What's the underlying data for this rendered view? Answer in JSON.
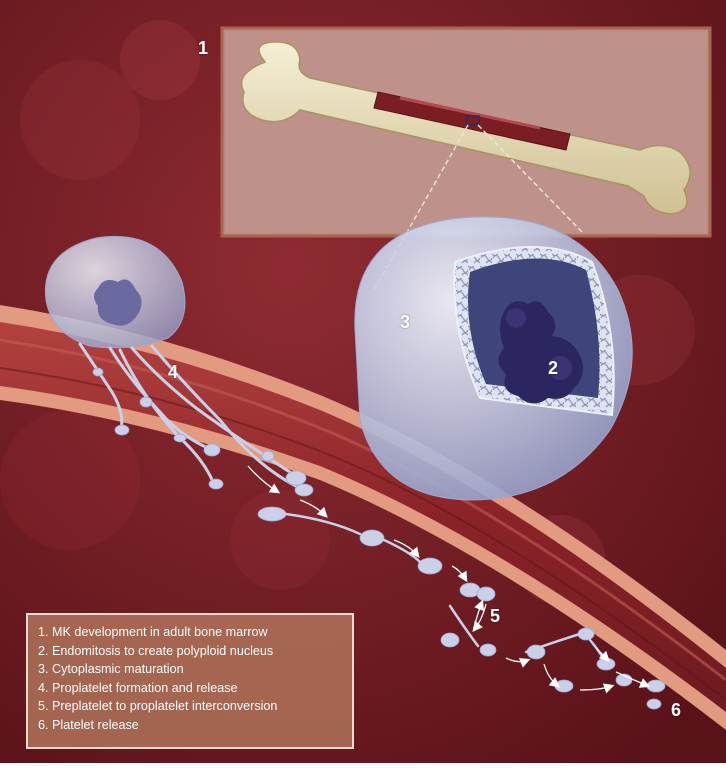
{
  "labels": {
    "l1": "1",
    "l2": "2",
    "l3": "3",
    "l4": "4",
    "l5": "5",
    "l6": "6"
  },
  "legend": {
    "items": [
      "1. MK development in adult bone marrow",
      "2. Endomitosis to create polyploid nucleus",
      "3. Cytoplasmic maturation",
      "4. Proplatelet formation and release",
      "5. Preplatelet to proplatelet interconversion",
      "6. Platelet release"
    ]
  },
  "colors": {
    "tissue": "#7a1f28",
    "vessel_wall": "#d8806a",
    "vessel_lumen": "#8e2a2c",
    "bone": "#e8dcb8",
    "inset_bg": "#b78a82",
    "inset_border": "#a9664a",
    "cell": "#c4cde6",
    "nucleus": "#45427a",
    "legend_bg": "#b2765c"
  }
}
